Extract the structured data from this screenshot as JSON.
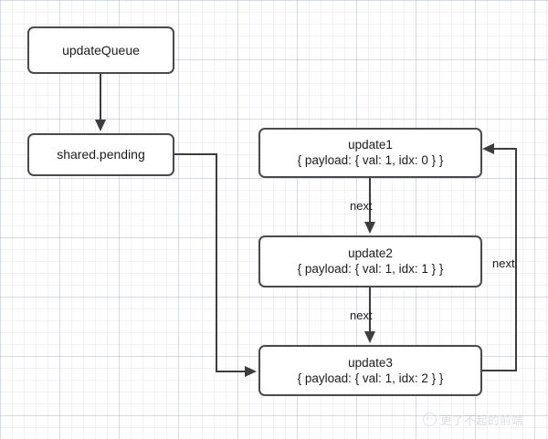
{
  "diagram": {
    "title": "updateQueue circular linked list diagram",
    "stroke_color": "#4a4a4a",
    "text_color": "#1b1b1b",
    "background_color": "#ffffff",
    "grid_color": "#aab4c8",
    "nodes": [
      {
        "id": "updateQueue",
        "line1": "updateQueue",
        "line2": ""
      },
      {
        "id": "sharedPending",
        "line1": "shared.pending",
        "line2": ""
      },
      {
        "id": "update1",
        "line1": "update1",
        "line2": "{ payload: { val: 1, idx: 0 } }"
      },
      {
        "id": "update2",
        "line1": "update2",
        "line2": "{ payload: { val: 1, idx: 1 } }"
      },
      {
        "id": "update3",
        "line1": "update3",
        "line2": "{ payload: { val: 1, idx: 2 } }"
      }
    ],
    "edge_labels": {
      "next_1_to_2": "next",
      "next_2_to_3": "next",
      "next_3_to_1": "next"
    }
  },
  "watermark": {
    "icon": "smiley-icon",
    "text": "更了不起的前端"
  }
}
